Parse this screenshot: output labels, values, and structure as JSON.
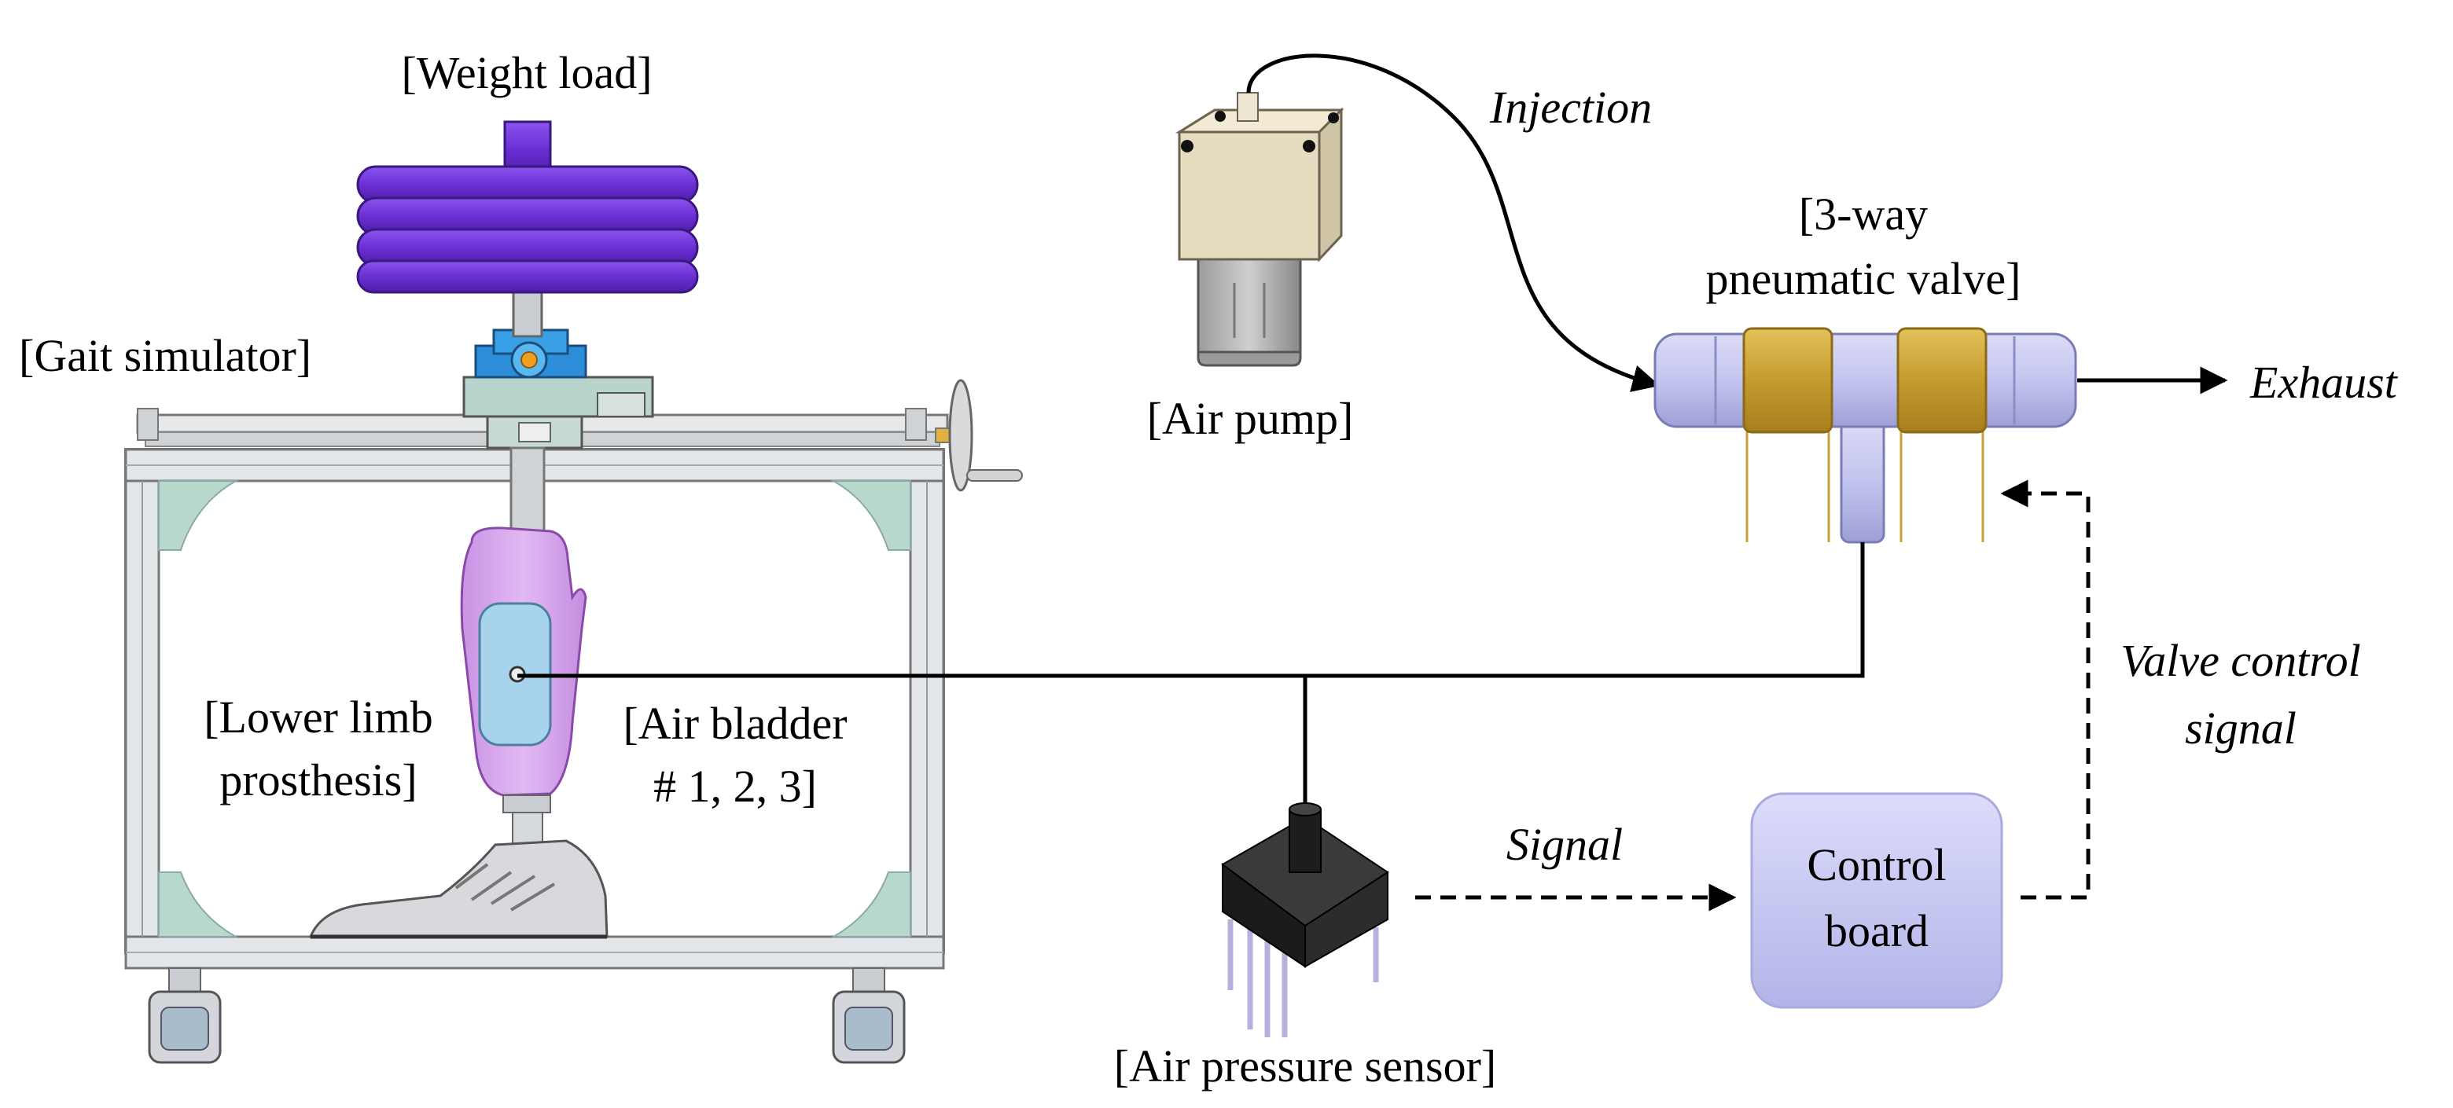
{
  "labels": {
    "weight_load": "[Weight load]",
    "gait_simulator": "[Gait simulator]",
    "air_pump": "[Air pump]",
    "injection": "Injection",
    "valve_line1": "[3-way",
    "valve_line2": "pneumatic valve]",
    "exhaust": "Exhaust",
    "lower_limb_line1": "[Lower limb",
    "lower_limb_line2": "prosthesis]",
    "air_bladder_line1": "[Air bladder",
    "air_bladder_line2": "# 1, 2, 3]",
    "valve_control_line1": "Valve control",
    "valve_control_line2": "signal",
    "signal": "Signal",
    "control_board_line1": "Control",
    "control_board_line2": "board",
    "air_pressure_sensor": "[Air pressure sensor]"
  },
  "colors": {
    "weight_purple": "#6b2fd6",
    "prosthesis_pink": "#d9a8ee",
    "bladder_blue": "#a9d4ec",
    "valve_lavender": "#c4c6f0",
    "coil_gold": "#c9a23a",
    "control_board": "#c7c8f2",
    "pump_beige": "#e6dcc0",
    "frame_grey": "#dcdfe2"
  }
}
